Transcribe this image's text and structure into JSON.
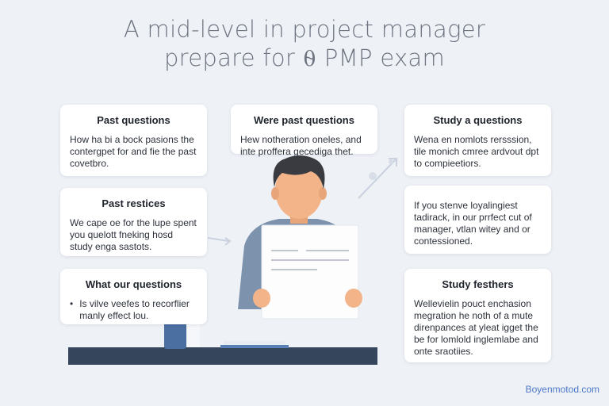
{
  "title": {
    "line1": "A mid-level in project manager",
    "line2": "prepare for ⍬ PMP exam"
  },
  "cards": {
    "past_questions": {
      "heading": "Past questions",
      "text": "How ha bi a bock pasions the contergpet for and fie the past covetbro."
    },
    "past_restices": {
      "heading": "Past restices",
      "text": "We cape oe for the lupe spent you quelott fneking hosd study enga sastots."
    },
    "what_our_questions": {
      "heading": "What our questions",
      "bullet": "•",
      "text": "Is vilve veefes to recorflier manly effect lou."
    },
    "were_past_questions": {
      "heading": "Were past questions",
      "text": "Hew notheration oneles, and inte proffera gecediga thet."
    },
    "study_a_questions": {
      "heading": "Study a questions",
      "text": "Wena en nomlots rersssion, tile monich cmree ardvout dpt to compieetiors."
    },
    "if_you": {
      "text": "If you stenve loyalingiest tadirack, in our prrfect cut of manager, vtlan witey and or contessioned."
    },
    "study_festhers": {
      "heading": "Study festhers",
      "text": "Wellevielin pouct enchasion megration he noth of a mute direnpances at yleat igget the be for lomlold inglemlabe and onte sraotiies."
    }
  },
  "footer": {
    "credit": "Boyenmotod.com"
  },
  "colors": {
    "background": "#eef1f6",
    "card": "#ffffff",
    "title": "#6d7480",
    "shirt": "#7d93ad",
    "hair": "#3a3b40",
    "skin": "#f2b488",
    "desk": "#35455b",
    "bottle": "#4a6fa0",
    "link": "#4b78c6"
  }
}
